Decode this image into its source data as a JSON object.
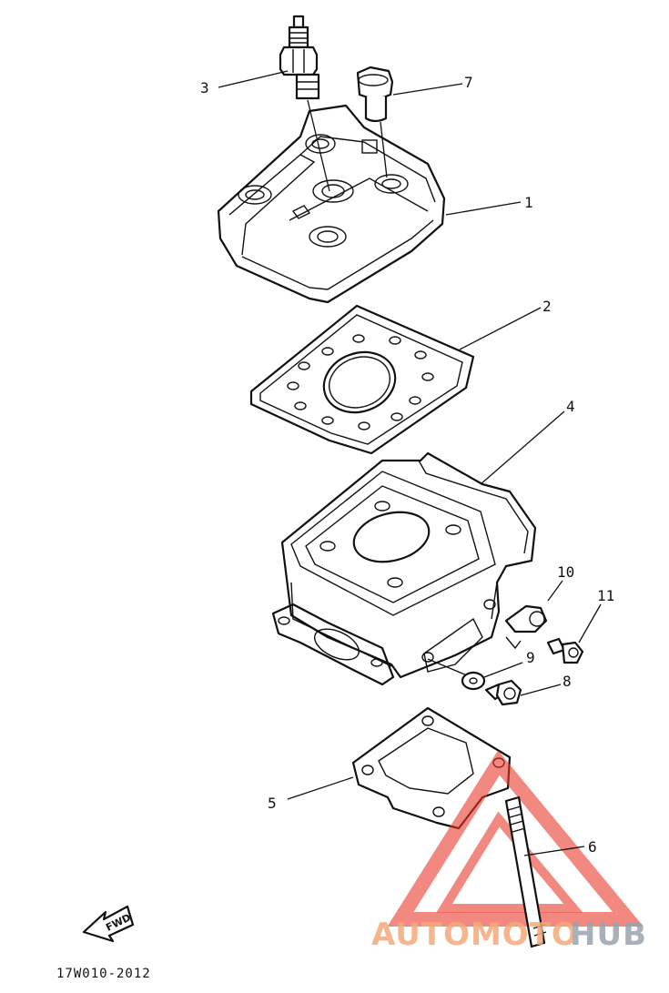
{
  "callouts": {
    "c1": "1",
    "c2": "2",
    "c3": "3",
    "c4": "4",
    "c5": "5",
    "c6": "6",
    "c7": "7",
    "c8": "8",
    "c9": "9",
    "c10": "10",
    "c11": "11"
  },
  "fwd_label": "FWD",
  "diagram_code": "17W010-2012",
  "watermark": {
    "part1": "AUTOMOTO",
    "part2": "HUB",
    "color_primary": "#f4a97a",
    "color_secondary": "#9aa3ad",
    "triangle_color": "#e8392b"
  }
}
